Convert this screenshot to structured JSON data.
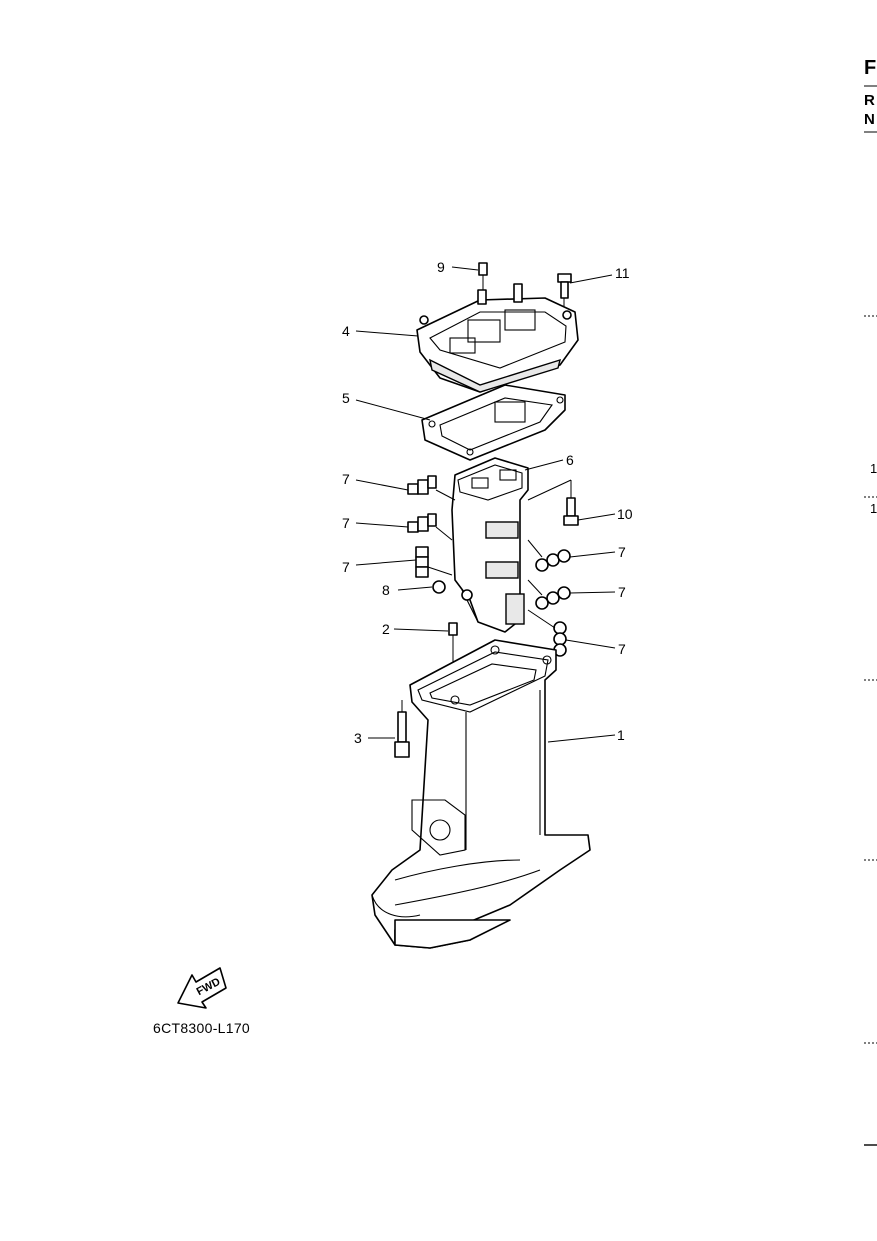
{
  "diagram_code": "6CT8300-L170",
  "fwd_label": "FWD",
  "callouts": {
    "c1": "1",
    "c2": "2",
    "c3": "3",
    "c4": "4",
    "c5": "5",
    "c6": "6",
    "c7a": "7",
    "c7b": "7",
    "c7c": "7",
    "c7d": "7",
    "c7e": "7",
    "c7f": "7",
    "c8": "8",
    "c9": "9",
    "c10": "10",
    "c11": "11"
  },
  "right_edge": {
    "letter_f": "F",
    "letter_r": "R",
    "letter_n": "N",
    "mark_1a": "1",
    "mark_1b": "1"
  }
}
